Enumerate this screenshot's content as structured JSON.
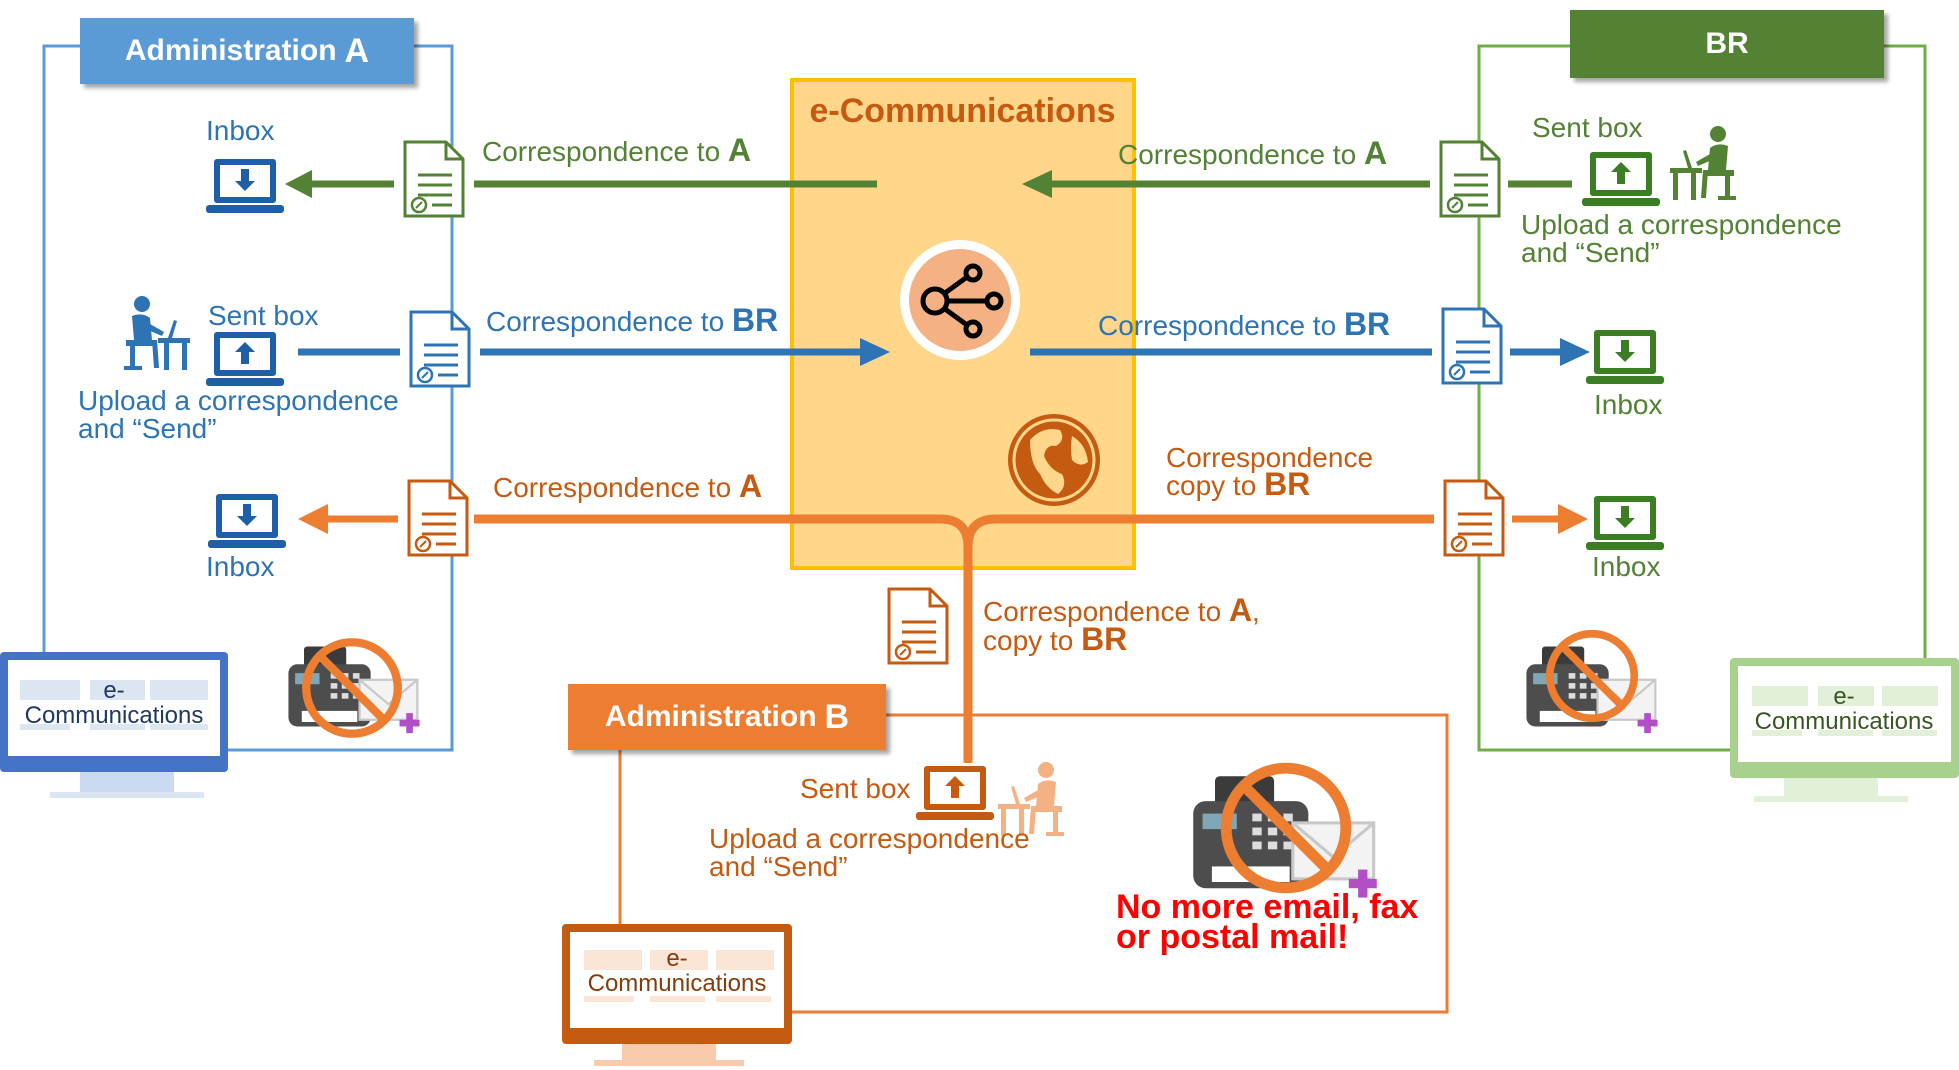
{
  "admin_a": {
    "title": "Administration",
    "letter": "A",
    "inbox_top": "Inbox",
    "sent_box": "Sent box",
    "upload_line1": "Upload a correspondence",
    "upload_line2": "and “Send”",
    "inbox_bottom": "Inbox",
    "screen_line1": "e-",
    "screen_line2": "Communications"
  },
  "br": {
    "title": "BR",
    "sent_box": "Sent box",
    "upload_line1": "Upload a correspondence",
    "upload_line2": "and “Send”",
    "inbox_mid": "Inbox",
    "inbox_bottom": "Inbox",
    "screen_line1": "e-",
    "screen_line2": "Communications"
  },
  "admin_b": {
    "title": "Administration",
    "letter": "B",
    "sent_box": "Sent box",
    "upload_line1": "Upload a correspondence",
    "upload_line2": "and “Send”",
    "screen_line1": "e-",
    "screen_line2": "Communications"
  },
  "center": {
    "title": "e-Communications"
  },
  "flows": {
    "to_a_left": {
      "text": "Correspondence to ",
      "bold": "A"
    },
    "to_a_right": {
      "text": "Correspondence to ",
      "bold": "A"
    },
    "to_br_left": {
      "text": "Correspondence to ",
      "bold": "BR"
    },
    "to_br_right": {
      "text": "Correspondence to ",
      "bold": "BR"
    },
    "orange_to_a": {
      "text": "Correspondence to ",
      "bold": "A"
    },
    "orange_copy_line1": "Correspondence",
    "orange_copy_line2": {
      "text": "copy to ",
      "bold": "BR"
    },
    "down_line1": {
      "text": "Correspondence to ",
      "bold": "A",
      "tail": ","
    },
    "down_line2": {
      "text": "copy to ",
      "bold": "BR"
    }
  },
  "no_more": {
    "line1": "No more email, fax",
    "line2": "or postal mail!"
  },
  "colors": {
    "blue": "#2e74b5",
    "green": "#548235",
    "orange": "#ed7d31",
    "yellow": "#ffc000",
    "red": "#ff0000"
  }
}
